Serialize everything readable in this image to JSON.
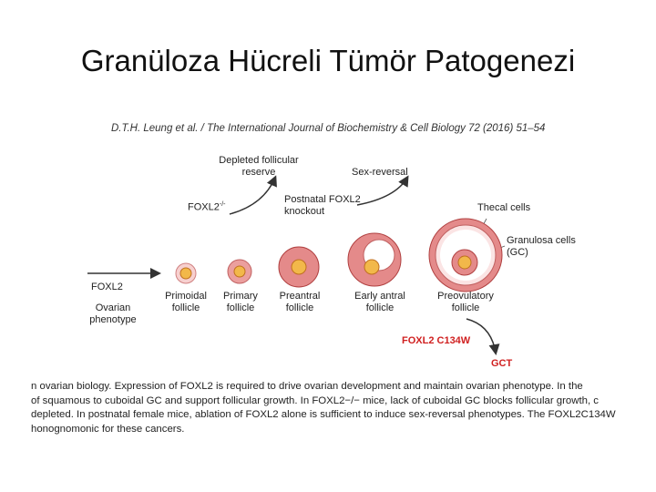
{
  "slide": {
    "title": "Granüloza Hücreli Tümör Patogenezi"
  },
  "figure": {
    "citation": "D.T.H. Leung et al. / The International Journal of Biochemistry & Cell Biology 72 (2016) 51–54",
    "top_arrows": {
      "left_label": "FOXL2",
      "left_sup": "-/-",
      "left_result_line1": "Depleted follicular",
      "left_result_line2": "reserve",
      "right_label_line1": "Postnatal FOXL2",
      "right_label_line2": "knockout",
      "right_result": "Sex-reversal"
    },
    "left_block": {
      "gene": "FOXL2",
      "line1": "Ovarian",
      "line2": "phenotype"
    },
    "stages": [
      {
        "line1": "Primoidal",
        "line2": "follicle"
      },
      {
        "line1": "Primary",
        "line2": "follicle"
      },
      {
        "line1": "Preantral",
        "line2": "follicle"
      },
      {
        "line1": "Early antral",
        "line2": "follicle"
      },
      {
        "line1": "Preovulatory",
        "line2": "follicle"
      }
    ],
    "annotations": {
      "thecal": "Thecal cells",
      "gc_line1": "Granulosa cells",
      "gc_line2": "(GC)"
    },
    "mutation": {
      "label": "FOXL2 C134W",
      "result": "GCT"
    },
    "colors": {
      "accent_red": "#d02020",
      "cell_fill": "#e9a0a0",
      "oocyte": "#f2b84a"
    },
    "caption_lines": [
      "n ovarian biology. Expression of FOXL2 is required to drive ovarian development and maintain ovarian phenotype. In the",
      "of squamous to cuboidal GC and support follicular growth. In FOXL2−/− mice, lack of cuboidal GC blocks follicular growth, c",
      "depleted. In postnatal female mice, ablation of FOXL2 alone is sufficient to induce sex-reversal phenotypes. The FOXL2C134W",
      "honognomonic for these cancers."
    ]
  }
}
